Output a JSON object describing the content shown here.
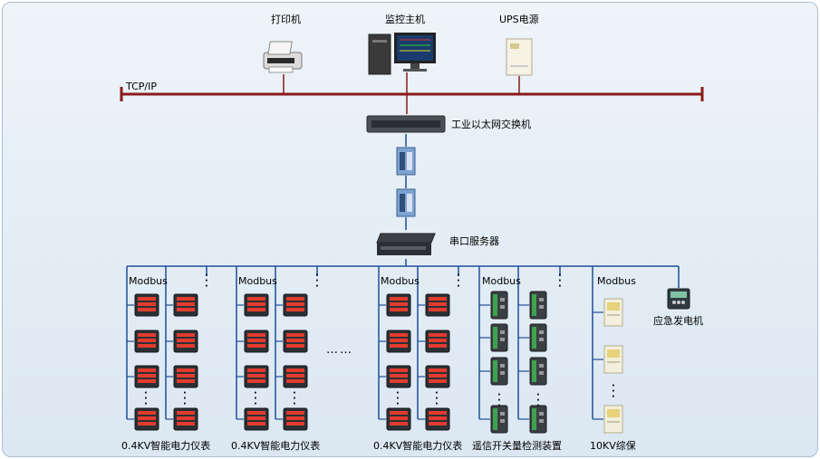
{
  "top_devices": {
    "printer_label": "打印机",
    "monitor_host_label": "监控主机",
    "ups_label": "UPS电源"
  },
  "network": {
    "bus_label": "TCP/IP",
    "switch_label": "工业以太网交换机",
    "serial_server_label": "串口服务器"
  },
  "groups": [
    {
      "protocol": "Modbus",
      "caption": "0.4KV智能电力仪表"
    },
    {
      "protocol": "Modbus",
      "caption": "0.4KV智能电力仪表"
    },
    {
      "protocol": "Modbus",
      "caption": "0.4KV智能电力仪表"
    },
    {
      "protocol": "Modbus",
      "caption": "遥信开关量检测装置"
    },
    {
      "protocol": "Modbus",
      "caption": "10KV综保"
    }
  ],
  "generator_label": "应急发电机",
  "ellipsis": "……",
  "colors": {
    "bus": "#8b1a1a",
    "link": "#1f4e9a",
    "frame": "#a9bfd2"
  }
}
